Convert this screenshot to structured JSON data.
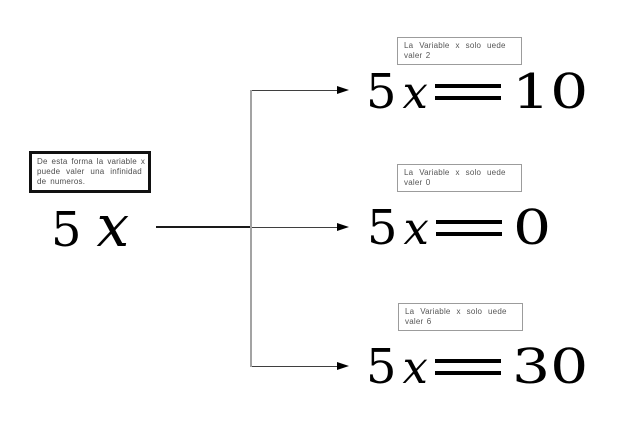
{
  "diagram": {
    "background": "#ffffff",
    "equals_symbol": "=",
    "source_expression": {
      "coefficient": "5",
      "variable": "x"
    },
    "left_note": {
      "line1": "De esta forma la variable x",
      "line2": "puede valer una infinidad",
      "line3": "de numeros."
    },
    "branches": [
      {
        "note_line1": "La Variable x solo uede",
        "note_line2": "valer 2",
        "coefficient": "5",
        "variable": "x",
        "result": "10"
      },
      {
        "note_line1": "La Variable x solo uede",
        "note_line2": "valer 0",
        "coefficient": "5",
        "variable": "x",
        "result": "0"
      },
      {
        "note_line1": "La Variable x solo uede",
        "note_line2": "valer 6",
        "coefficient": "5",
        "variable": "x",
        "result": "30"
      }
    ],
    "colors": {
      "branch_line_gray": "#a3a3a3",
      "arrow_black": "#000000",
      "note_border_gray": "#9c9c9c",
      "note_text_gray": "#565656",
      "emphasis_border_black": "#111111",
      "math_black": "#000000"
    }
  }
}
